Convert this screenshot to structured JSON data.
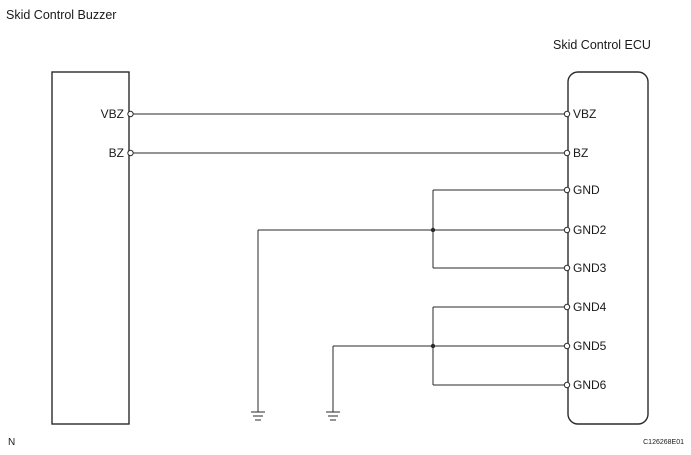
{
  "buzzer": {
    "title": "Skid Control Buzzer",
    "pins": [
      "VBZ",
      "BZ"
    ]
  },
  "ecu": {
    "title": "Skid Control ECU",
    "pins": [
      "VBZ",
      "BZ",
      "GND",
      "GND2",
      "GND3",
      "GND4",
      "GND5",
      "GND6"
    ]
  },
  "footer": {
    "left_code": "N",
    "figure_id": "C126268E01"
  },
  "icons": {
    "ground": "ground-symbol-icon"
  }
}
